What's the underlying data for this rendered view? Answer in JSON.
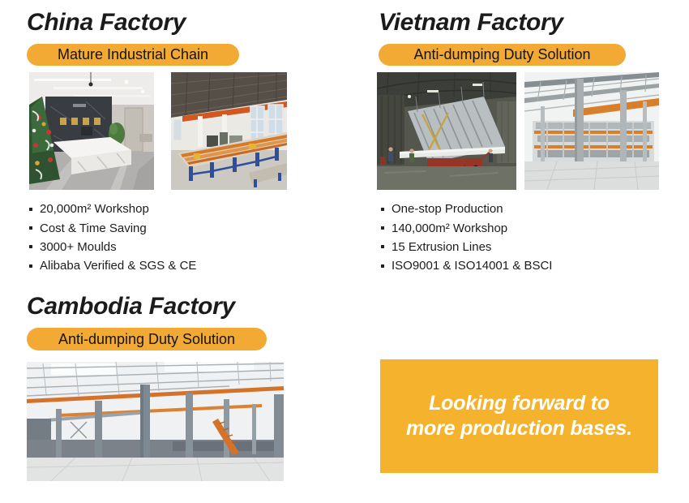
{
  "page": {
    "badge_color": "#F2AA35",
    "cta_color": "#F5B32D",
    "title_color": "#1b1b1b"
  },
  "sections": {
    "china": {
      "title": "China Factory",
      "badge": "Mature Industrial Chain",
      "bullets": [
        "20,000m² Workshop",
        "Cost & Time Saving",
        "3000+ Moulds",
        "Alibaba Verified & SGS & CE"
      ],
      "photos": [
        "office-reception-showroom",
        "extrusion-workshop-line"
      ]
    },
    "vietnam": {
      "title": "Vietnam Factory",
      "badge": "Anti-dumping Duty Solution",
      "bullets": [
        "One-stop Production",
        "140,000m² Workshop",
        "15 Extrusion Lines",
        "ISO9001 & ISO14001 & BSCI"
      ],
      "photos": [
        "profile-hanging-line",
        "mould-storage-warehouse"
      ]
    },
    "cambodia": {
      "title": "Cambodia Factory",
      "badge": "Anti-dumping Duty Solution",
      "photos": [
        "steel-structure-workshop"
      ]
    }
  },
  "cta": {
    "line1": "Looking forward to",
    "line2": "more production bases."
  }
}
